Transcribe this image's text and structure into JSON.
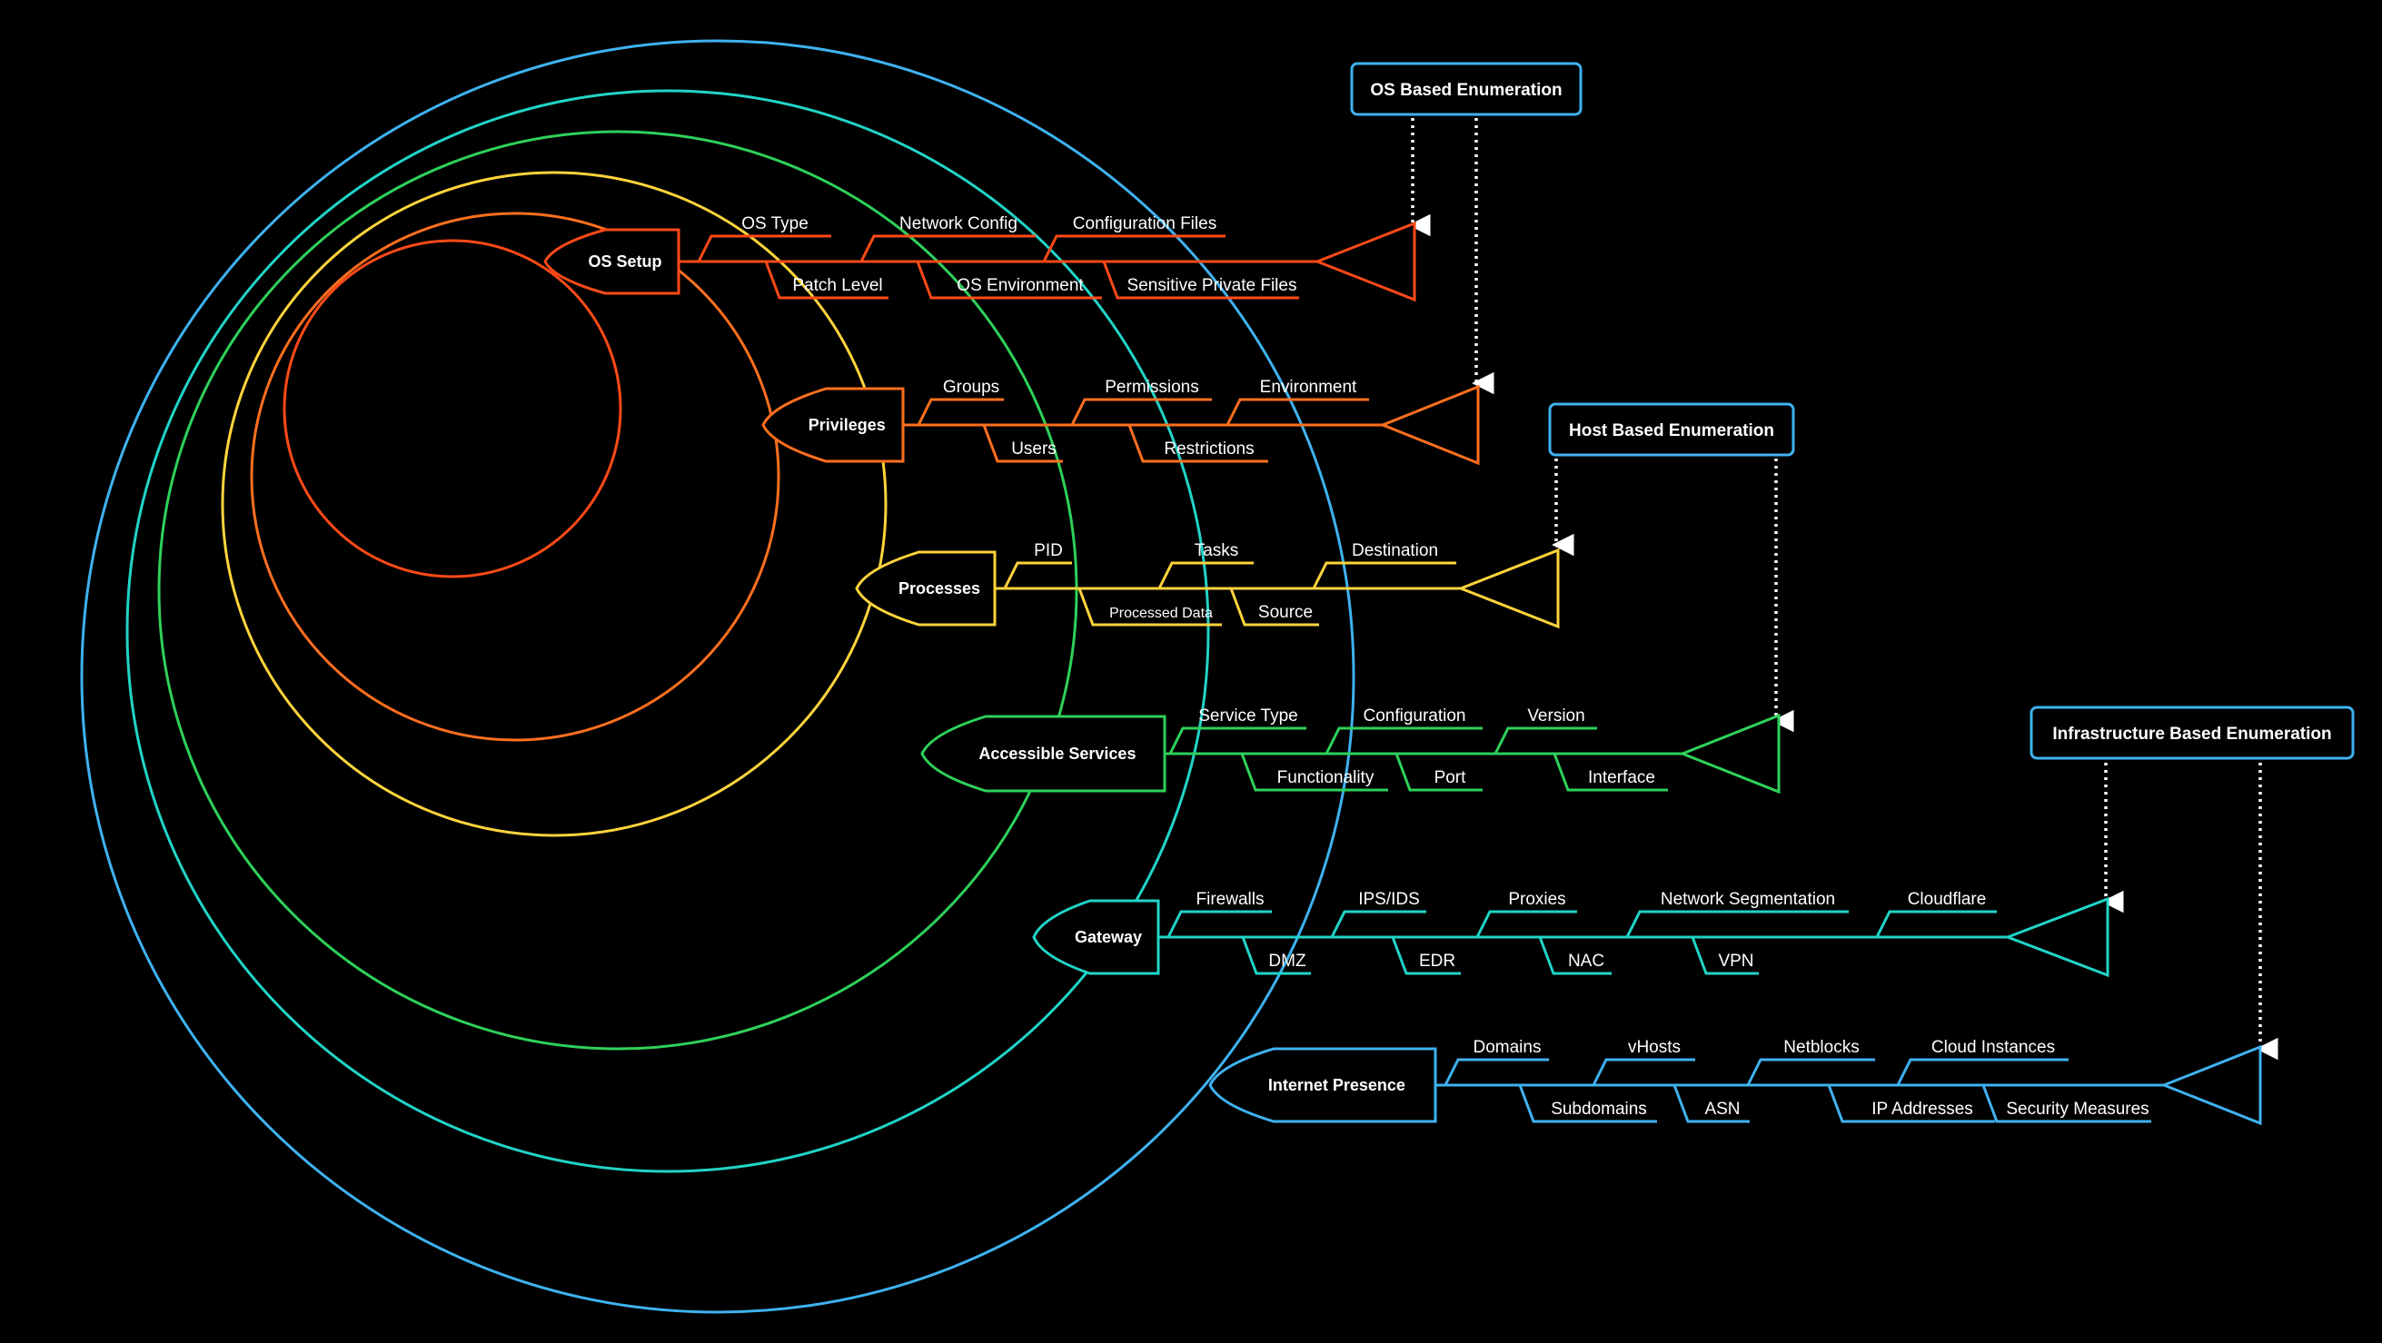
{
  "colors": {
    "background": "#000000",
    "os_setup": "#ff4a17",
    "privileges": "#ff6f1f",
    "processes": "#ffd43b",
    "accessible_services": "#2ed15a",
    "gateway": "#21d4c8",
    "internet_presence": "#3fb2f0",
    "box_border": "#3fb2f0",
    "arrow": "#ffffff"
  },
  "enumeration_boxes": {
    "os": "OS Based Enumeration",
    "host": "Host Based Enumeration",
    "infrastructure": "Infrastructure Based Enumeration"
  },
  "layers": [
    {
      "id": "os-setup",
      "label": "OS Setup",
      "color_key": "os_setup",
      "top_leaves": [
        "OS Type",
        "Network Config",
        "Configuration Files"
      ],
      "bottom_leaves": [
        "Patch Level",
        "OS Environment",
        "Sensitive Private Files"
      ]
    },
    {
      "id": "privileges",
      "label": "Privileges",
      "color_key": "privileges",
      "top_leaves": [
        "Groups",
        "Permissions",
        "Environment"
      ],
      "bottom_leaves": [
        "Users",
        "Restrictions"
      ]
    },
    {
      "id": "processes",
      "label": "Processes",
      "color_key": "processes",
      "top_leaves": [
        "PID",
        "Tasks",
        "Destination"
      ],
      "bottom_leaves": [
        "Processed Data",
        "Source"
      ]
    },
    {
      "id": "accessible-services",
      "label": "Accessible Services",
      "color_key": "accessible_services",
      "top_leaves": [
        "Service Type",
        "Configuration",
        "Version"
      ],
      "bottom_leaves": [
        "Functionality",
        "Port",
        "Interface"
      ]
    },
    {
      "id": "gateway",
      "label": "Gateway",
      "color_key": "gateway",
      "top_leaves": [
        "Firewalls",
        "IPS/IDS",
        "Proxies",
        "Network Segmentation",
        "Cloudflare"
      ],
      "bottom_leaves": [
        "DMZ",
        "EDR",
        "NAC",
        "VPN"
      ]
    },
    {
      "id": "internet-presence",
      "label": "Internet Presence",
      "color_key": "internet_presence",
      "top_leaves": [
        "Domains",
        "vHosts",
        "Netblocks",
        "Cloud Instances"
      ],
      "bottom_leaves": [
        "Subdomains",
        "ASN",
        "IP Addresses",
        "Security Measures"
      ]
    }
  ]
}
